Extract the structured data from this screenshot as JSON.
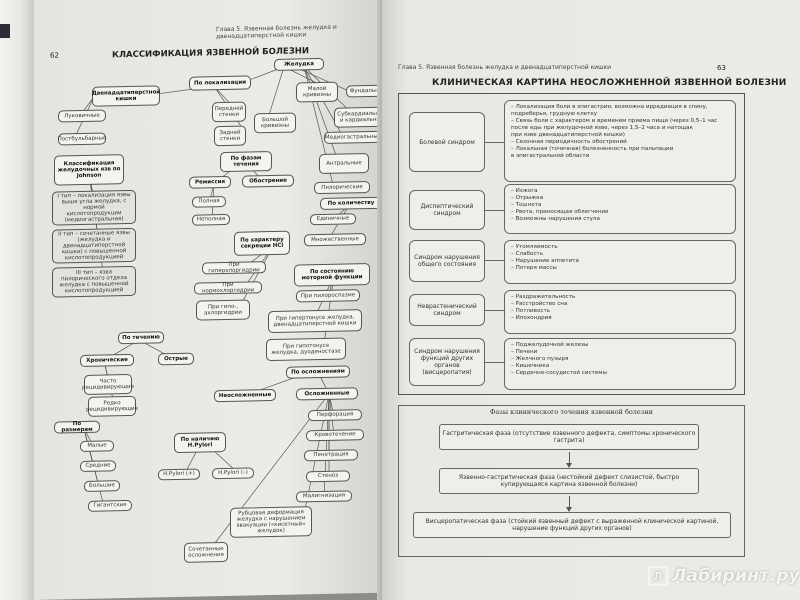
{
  "left_page": {
    "page_number": "62",
    "running_head": "Глава 5. Язвенная болезнь желудка и двенадцатиперстной кишки",
    "title": "КЛАССИФИКАЦИЯ ЯЗВЕННОЙ БОЛЕЗНИ",
    "nodes": {
      "by_location": "По локализации",
      "stomach": "Желудка",
      "duodenum": "Двенадцатиперстной кишки",
      "bulbar": "Луковичные",
      "postbulbar": "Постбульбарные",
      "small_curv": "Малой кривизны",
      "fundal": "Фундальные",
      "front_wall": "Передней стенки",
      "back_wall": "Задней стенки",
      "great_curv": "Большой кривизны",
      "subcardial": "Субкардиальные и кардиальные",
      "mediogastric": "Медиогастральные",
      "antral": "Антральные",
      "pyloric": "Пилорические",
      "johnson": "Классификация желудочных язв по Johnson",
      "type1": "I тип – локализация язвы выше угла желудка, с нормой кислотопродукции (медиогастральная)",
      "type2": "II тип – сочетанные язвы (желудка и двенадцатиперстной кишки) с повышенной кислотопродукцией",
      "type3": "III тип – язва пилорического отдела желудка с повышенной кислотопродукцией",
      "by_phase": "По фазам течения",
      "remission": "Ремиссия",
      "exacerbation": "Обострение",
      "full": "Полная",
      "incomplete": "Неполная",
      "by_count": "По количеству",
      "single": "Единичные",
      "multiple": "Множественные",
      "by_secretion": "По характеру секреции HCl",
      "hyperchlor": "При гиперхлоргидрии",
      "normochlor": "При нормохлоргидрии",
      "hypochlor": "При гипо-, ахлоргидрии",
      "by_motor": "По состоянию моторной функции",
      "pylorospasm": "При пилороспазме",
      "hypertonus": "При гипертонусе желудка, двенадцатиперстной кишки",
      "hypotonus": "При гипотонусе желудка, дуоденостазе",
      "by_course": "По течению",
      "chronic": "Хронические",
      "acute": "Острые",
      "frequent": "Часто рецидивирующие",
      "rare": "Редко рецидивирующие",
      "by_complication": "По осложнениям",
      "uncomplicated": "Неосложненные",
      "complicated": "Осложненные",
      "perforation": "Перфорация",
      "bleeding": "Кровотечение",
      "penetration": "Пенетрация",
      "stenosis": "Стеноз",
      "malignization": "Малигнизация",
      "deformation": "Рубцовая деформация желудка с нарушением эвакуации («кисетный» желудок)",
      "combined": "Сочетанные осложнения",
      "by_size": "По размерам",
      "small": "Малые",
      "medium": "Средние",
      "large": "Большие",
      "giant": "Гигантские",
      "by_hp": "По наличию H.Pylori",
      "hp_pos": "H.Pylori (+)",
      "hp_neg": "H.Pylori (–)"
    }
  },
  "right_page": {
    "page_number": "63",
    "running_head": "Глава 5. Язвенная болезнь желудка и двенадцатиперстной кишки",
    "title": "КЛИНИЧЕСКАЯ КАРТИНА НЕОСЛОЖНЕННОЙ ЯЗВЕННОЙ БОЛЕЗНИ",
    "syndromes": [
      {
        "name": "Болевой синдром",
        "items": [
          "– Локализация боли в эпигастрии, возможна иррадиация в спину,",
          "  подреберья, грудную клетку",
          "– Связь боли с характером и временем приема пищи (через 0,5–1 час",
          "  после еды при желудочной язве, через 1,5–2 часа и натощак",
          "  при язве двенадцатиперстной кишки)",
          "– Сезонная периодичность обострений",
          "– Локальная (точечная) болезненность при пальпации",
          "  в эпигастральной области"
        ]
      },
      {
        "name": "Диспептический синдром",
        "items": [
          "– Изжога",
          "– Отрыжка",
          "– Тошнота",
          "– Рвота, приносящая облегчение",
          "– Возможны нарушения стула"
        ]
      },
      {
        "name": "Синдром нарушения общего состояния",
        "items": [
          "– Утомляемость",
          "– Слабость",
          "– Нарушение аппетита",
          "– Потеря массы"
        ]
      },
      {
        "name": "Неврастенический синдром",
        "items": [
          "– Раздражительность",
          "– Расстройство сна",
          "– Потливость",
          "– Ипохондрия"
        ]
      },
      {
        "name": "Синдром нарушения функций других органов (висцеропатия)",
        "items": [
          "– Поджелудочной железы",
          "– Печени",
          "– Желчного пузыря",
          "– Кишечника",
          "– Сердечно-сосудистой системы"
        ]
      }
    ],
    "phases_title": "Фазы клинического течения язвенной болезни",
    "phases": [
      "Гастритическая фаза (отсутствие язвенного дефекта, симптомы хронического гастрита)",
      "Язвенно-гастритическая фаза (нестойкий дефект слизистой, быстро купирующаяся картина язвенной болезни)",
      "Висцеропатическая фаза (стойкий язвенный дефект с выраженной клинической картиной, нарушение функций других органов)"
    ]
  },
  "watermark": {
    "logo_letter": "Л",
    "text": "Лабиринт.ру"
  },
  "colors": {
    "paper": "#ebebe7",
    "background": "#8d8c88",
    "ink": "#333333"
  }
}
